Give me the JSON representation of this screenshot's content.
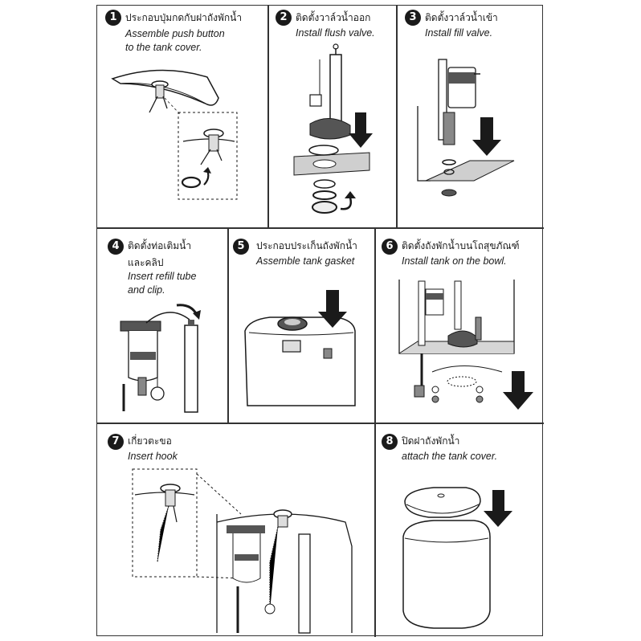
{
  "steps": [
    {
      "num": "1",
      "th": "ประกอบปุ่มกดกับฝาถังพักน้ำ",
      "en1": "Assemble push button",
      "en2": "to the tank cover."
    },
    {
      "num": "2",
      "th": "ติดตั้งวาล์วน้ำออก",
      "en1": "Install flush valve.",
      "en2": ""
    },
    {
      "num": "3",
      "th": "ติดตั้งวาล์วน้ำเข้า",
      "en1": "Install fill valve.",
      "en2": ""
    },
    {
      "num": "4",
      "th1": "ติดตั้งท่อเติมน้ำ",
      "th2": "และคลิป",
      "en1": "Insert refill tube",
      "en2": "and clip."
    },
    {
      "num": "5",
      "th": "ประกอบประเก็นถังพักน้ำ",
      "en1": "Assemble tank gasket",
      "en2": ""
    },
    {
      "num": "6",
      "th": "ติดตั้งถังพักน้ำบนโถสุขภัณฑ์",
      "en1": "Install tank on the bowl.",
      "en2": ""
    },
    {
      "num": "7",
      "th": "เกี่ยวตะขอ",
      "en1": "Insert hook",
      "en2": ""
    },
    {
      "num": "8",
      "th": "ปิดฝาถังพักน้ำ",
      "en1": "attach the tank cover.",
      "en2": ""
    }
  ],
  "colors": {
    "ink": "#1a1a1a",
    "line": "#333333",
    "gray": "#9a9a9a",
    "light": "#d6d6d6"
  },
  "icons": [
    "arrow-down-icon",
    "curved-arrow-icon"
  ]
}
